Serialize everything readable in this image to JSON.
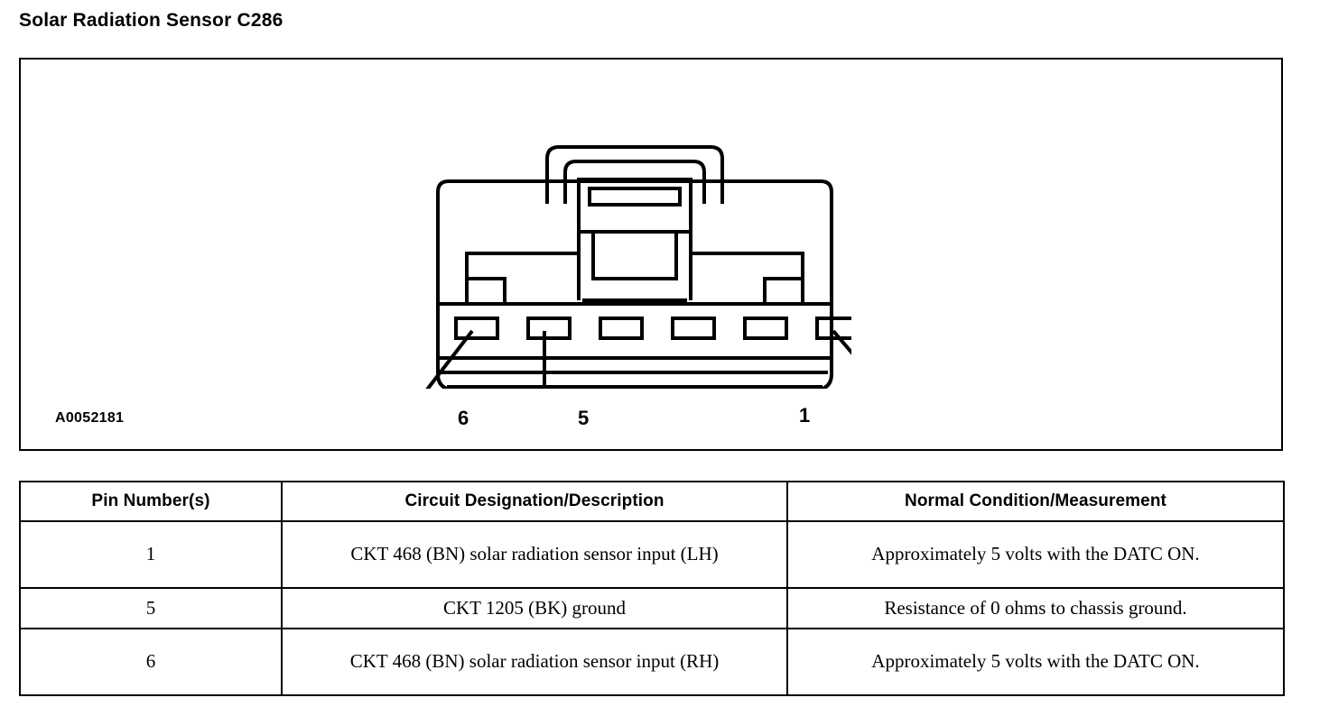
{
  "page": {
    "title": "Solar Radiation Sensor C286"
  },
  "figure": {
    "reference_code": "A0052181",
    "connector": {
      "type": "6-cavity-connector-face-view",
      "cavity_count": 6,
      "callouts": [
        {
          "label": "6",
          "cavity_index": 1,
          "leader": "diagonal-down-left"
        },
        {
          "label": "5",
          "cavity_index": 2,
          "leader": "vertical-down"
        },
        {
          "label": "1",
          "cavity_index": 6,
          "leader": "diagonal-down-right"
        }
      ]
    }
  },
  "table": {
    "headers": {
      "pin": "Pin Number(s)",
      "description": "Circuit Designation/Description",
      "measurement": "Normal Condition/Measurement"
    },
    "rows": [
      {
        "pin": "1",
        "description": "CKT 468 (BN) solar radiation sensor input (LH)",
        "measurement": "Approximately 5 volts with the DATC ON."
      },
      {
        "pin": "5",
        "description": "CKT 1205 (BK) ground",
        "measurement": "Resistance of 0 ohms to chassis ground."
      },
      {
        "pin": "6",
        "description": "CKT 468 (BN) solar radiation sensor input (RH)",
        "measurement": "Approximately 5 volts with the DATC ON."
      }
    ]
  },
  "colors": {
    "line": "#000000",
    "background": "#ffffff"
  }
}
